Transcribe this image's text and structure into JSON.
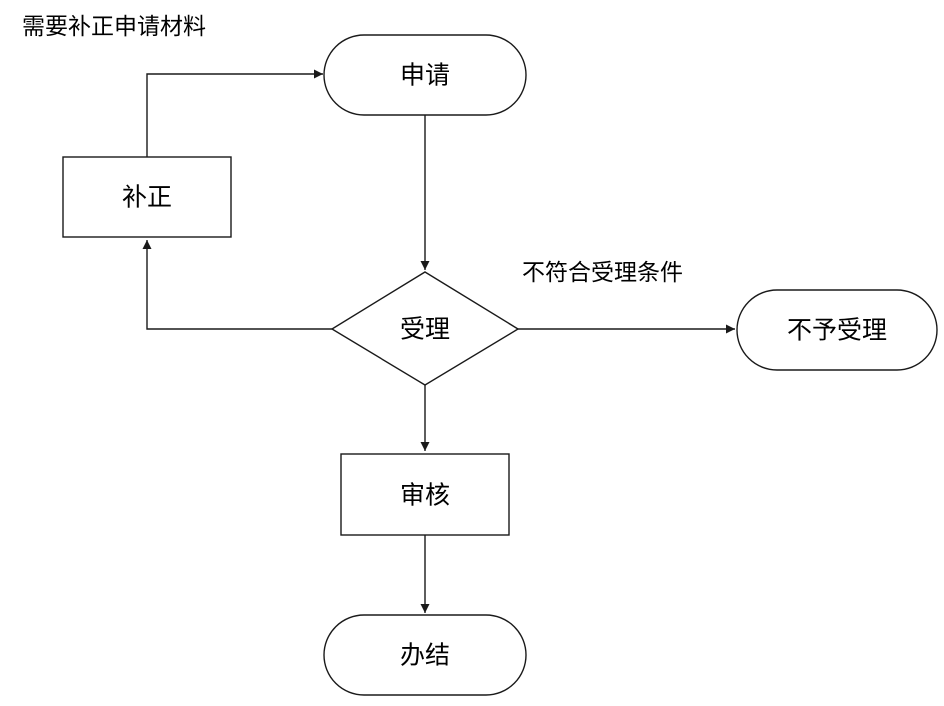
{
  "nodes": {
    "apply": "申请",
    "supplement": "补正",
    "accept": "受理",
    "reject": "不予受理",
    "review": "审核",
    "complete": "办结"
  },
  "edge_labels": {
    "supplement_note": "需要补正申请材料",
    "not_eligible": "不符合受理条件"
  }
}
